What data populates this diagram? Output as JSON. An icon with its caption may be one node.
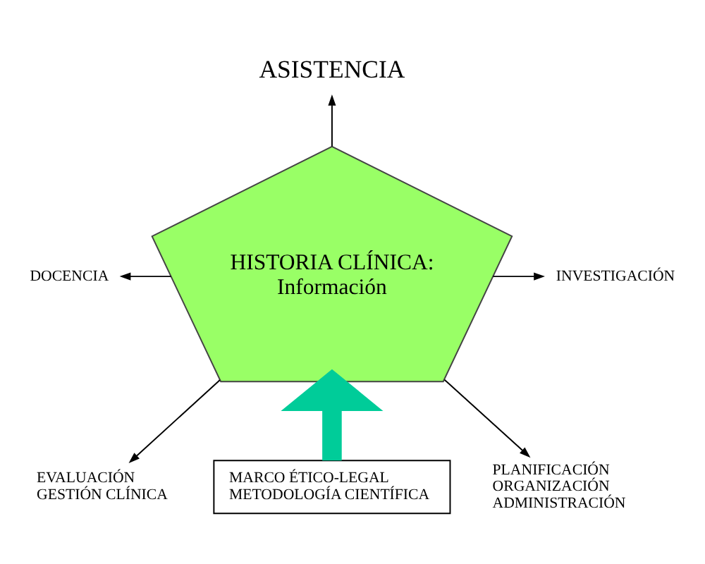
{
  "diagram": {
    "nodes": [
      {
        "text": [
          "HISTORIA CLÍNICA:",
          "Información"
        ]
      },
      {
        "text": [
          "ASISTENCIA"
        ]
      },
      {
        "text": [
          "DOCENCIA"
        ]
      },
      {
        "text": [
          "INVESTIGACIÓN"
        ]
      },
      {
        "text": [
          "EVALUACIÓN GESTIÓN CLÍNICA"
        ]
      },
      {
        "text": [
          "PLANIFICACIÓN ORGANIZACIÓN ADMINISTRACIÓN"
        ]
      },
      {
        "text": [
          "MARCO ÉTICO-LEGAL",
          "METODOLOGÍA CIENTÍFICA"
        ]
      }
    ],
    "edges": [
      {
        "from": 0,
        "to": 1,
        "arrow": "to"
      },
      {
        "from": 0,
        "to": 2,
        "arrow": "to"
      },
      {
        "from": 0,
        "to": 3,
        "arrow": "to"
      },
      {
        "from": 0,
        "to": 4,
        "arrow": "to"
      },
      {
        "from": 0,
        "to": 5,
        "arrow": "to"
      },
      {
        "from": 6,
        "to": 0,
        "arrow": "to",
        "style": "thick",
        "color": "#00cc99"
      }
    ]
  }
}
